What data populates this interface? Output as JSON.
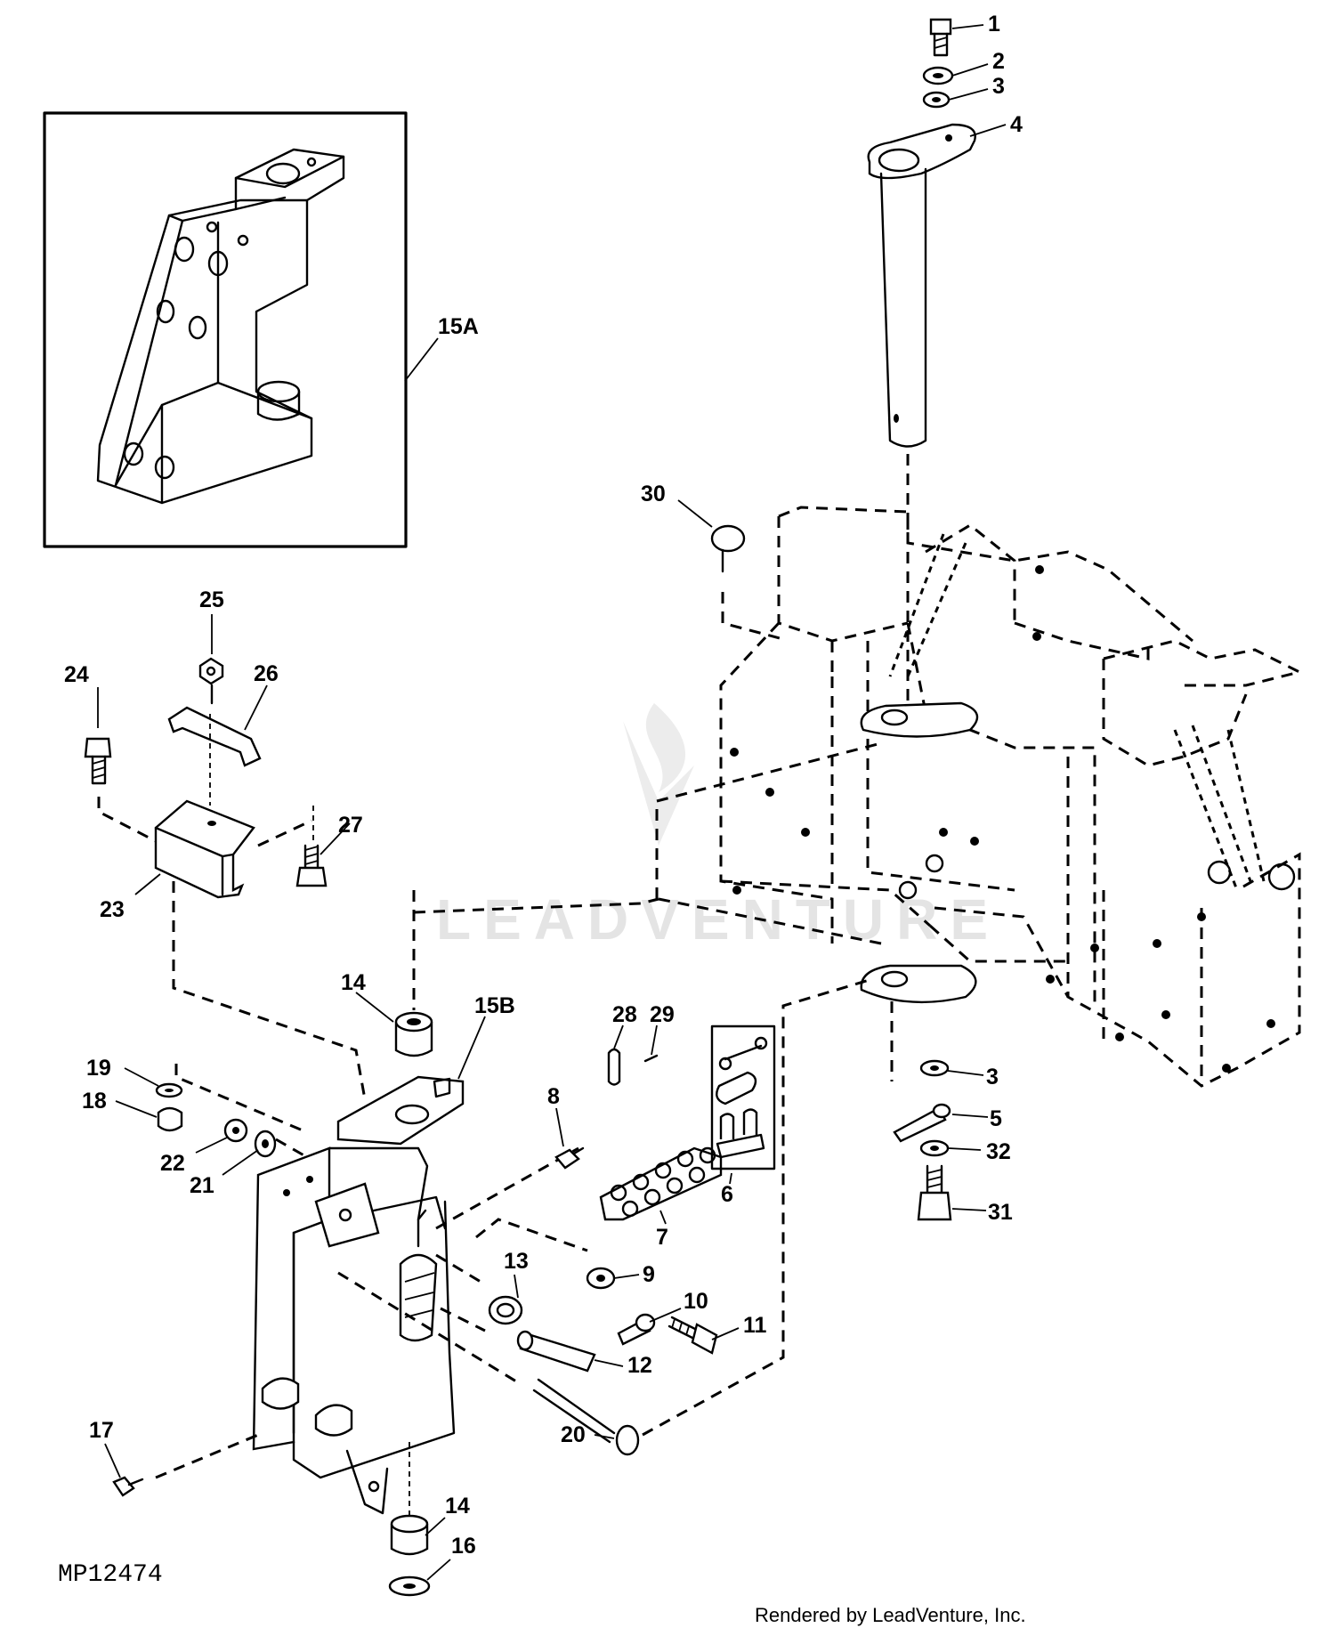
{
  "diagram_code": "MP12474",
  "credit": "Rendered by LeadVenture, Inc.",
  "watermark": "LEADVENTURE",
  "callouts": [
    {
      "id": "c1",
      "text": "1"
    },
    {
      "id": "c2",
      "text": "2"
    },
    {
      "id": "c3a",
      "text": "3"
    },
    {
      "id": "c4",
      "text": "4"
    },
    {
      "id": "c15a",
      "text": "15A"
    },
    {
      "id": "c30",
      "text": "30"
    },
    {
      "id": "c25",
      "text": "25"
    },
    {
      "id": "c26",
      "text": "26"
    },
    {
      "id": "c24",
      "text": "24"
    },
    {
      "id": "c27",
      "text": "27"
    },
    {
      "id": "c23",
      "text": "23"
    },
    {
      "id": "c14a",
      "text": "14"
    },
    {
      "id": "c15b",
      "text": "15B"
    },
    {
      "id": "c28",
      "text": "28"
    },
    {
      "id": "c29",
      "text": "29"
    },
    {
      "id": "c19",
      "text": "19"
    },
    {
      "id": "c18",
      "text": "18"
    },
    {
      "id": "c22",
      "text": "22"
    },
    {
      "id": "c21",
      "text": "21"
    },
    {
      "id": "c8",
      "text": "8"
    },
    {
      "id": "c3b",
      "text": "3"
    },
    {
      "id": "c5",
      "text": "5"
    },
    {
      "id": "c32",
      "text": "32"
    },
    {
      "id": "c31",
      "text": "31"
    },
    {
      "id": "c6",
      "text": "6"
    },
    {
      "id": "c7",
      "text": "7"
    },
    {
      "id": "c9",
      "text": "9"
    },
    {
      "id": "c13",
      "text": "13"
    },
    {
      "id": "c10",
      "text": "10"
    },
    {
      "id": "c11",
      "text": "11"
    },
    {
      "id": "c12",
      "text": "12"
    },
    {
      "id": "c20",
      "text": "20"
    },
    {
      "id": "c17",
      "text": "17"
    },
    {
      "id": "c14b",
      "text": "14"
    },
    {
      "id": "c16",
      "text": "16"
    }
  ]
}
